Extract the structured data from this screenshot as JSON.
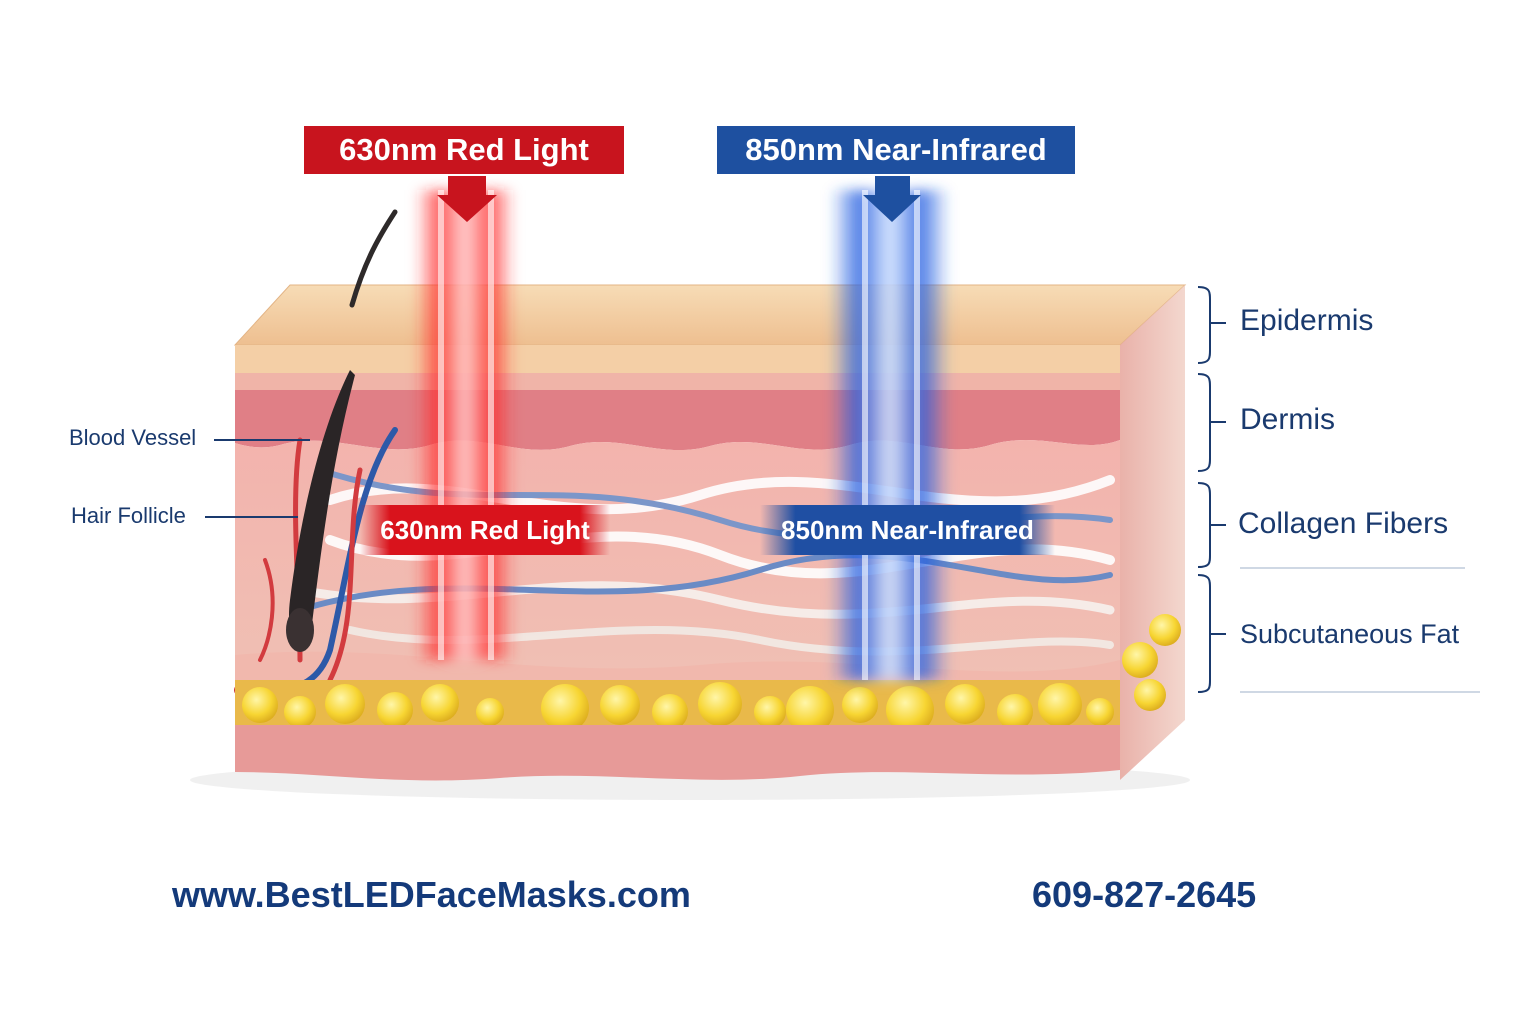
{
  "top_tags": {
    "red": "630nm Red Light",
    "blue": "850nm Near-Infrared"
  },
  "inline_tags": {
    "red": "630nm Red Light",
    "blue": "850nm Near-Infrared"
  },
  "layers": {
    "epidermis": "Epidermis",
    "dermis": "Dermis",
    "collagen": "Collagen Fibers",
    "fat": "Subcutaneous Fat"
  },
  "left_labels": {
    "blood_vessel": "Blood Vessel",
    "hair_follicle": "Hair Follicle"
  },
  "footer": {
    "website": "www.BestLEDFaceMasks.com",
    "phone": "609-827-2645"
  },
  "colors": {
    "red_light": "#c8141e",
    "infrared": "#1e50a0",
    "text_navy": "#143a7a",
    "skin_top": "#f2c9a0",
    "dermis": "#e98a8e",
    "fat": "#f5d63a"
  },
  "icons": [
    "hair-icon",
    "down-arrow-icon"
  ]
}
